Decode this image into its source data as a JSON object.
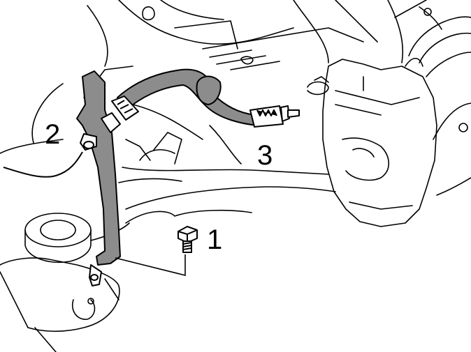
{
  "callouts": {
    "bolt": "1",
    "bracket": "2",
    "brake_hose": "3"
  },
  "colors": {
    "line": "#000000",
    "hose_fill": "#8c8c8c",
    "background": "#ffffff"
  }
}
